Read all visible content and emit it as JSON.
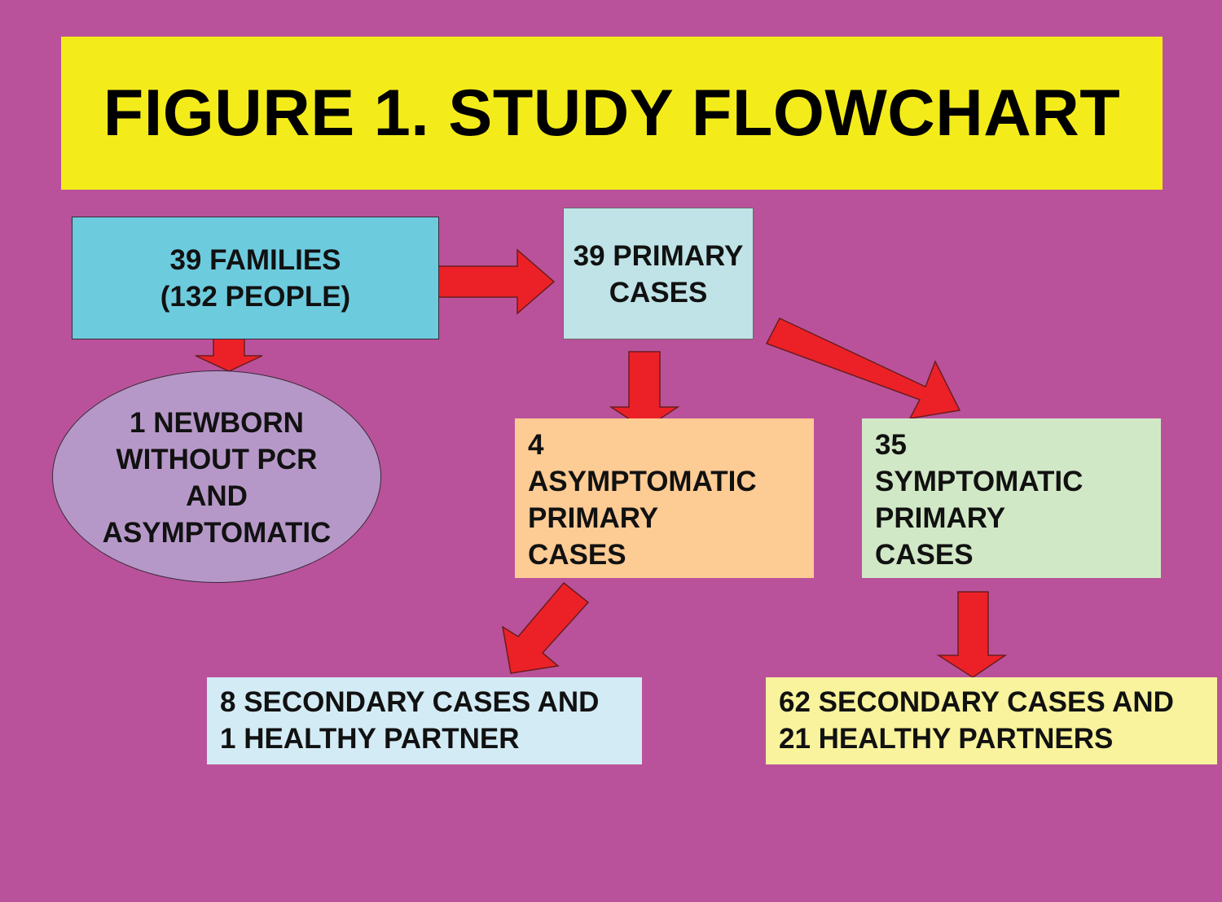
{
  "title": "FIGURE 1. STUDY FLOWCHART",
  "nodes": {
    "families": {
      "lines": [
        "39 FAMILIES",
        "(132 PEOPLE)"
      ]
    },
    "primary_cases": {
      "lines": [
        "39 PRIMARY",
        "CASES"
      ]
    },
    "newborn": {
      "lines": [
        "1 NEWBORN",
        "WITHOUT PCR",
        "AND",
        "ASYMPTOMATIC"
      ]
    },
    "asymptomatic_primary": {
      "lines": [
        "4",
        "ASYMPTOMATIC",
        "PRIMARY",
        "CASES"
      ]
    },
    "symptomatic_primary": {
      "lines": [
        "35",
        "SYMPTOMATIC",
        "PRIMARY",
        "CASES"
      ]
    },
    "secondary_left": {
      "lines": [
        "8 SECONDARY CASES AND",
        "1 HEALTHY PARTNER"
      ]
    },
    "secondary_right": {
      "lines": [
        "62 SECONDARY CASES AND",
        "21 HEALTHY PARTNERS"
      ]
    }
  },
  "colors": {
    "background": "#b9529b",
    "title_banner": "#f4ec1a",
    "families": "#6dcbde",
    "primary_cases": "#bfe3e6",
    "newborn": "#b698c8",
    "asymptomatic_primary": "#fdcb94",
    "symptomatic_primary": "#d1e8c6",
    "secondary_left": "#d3ebf5",
    "secondary_right": "#f8f39c",
    "arrow": "#ec2128"
  }
}
